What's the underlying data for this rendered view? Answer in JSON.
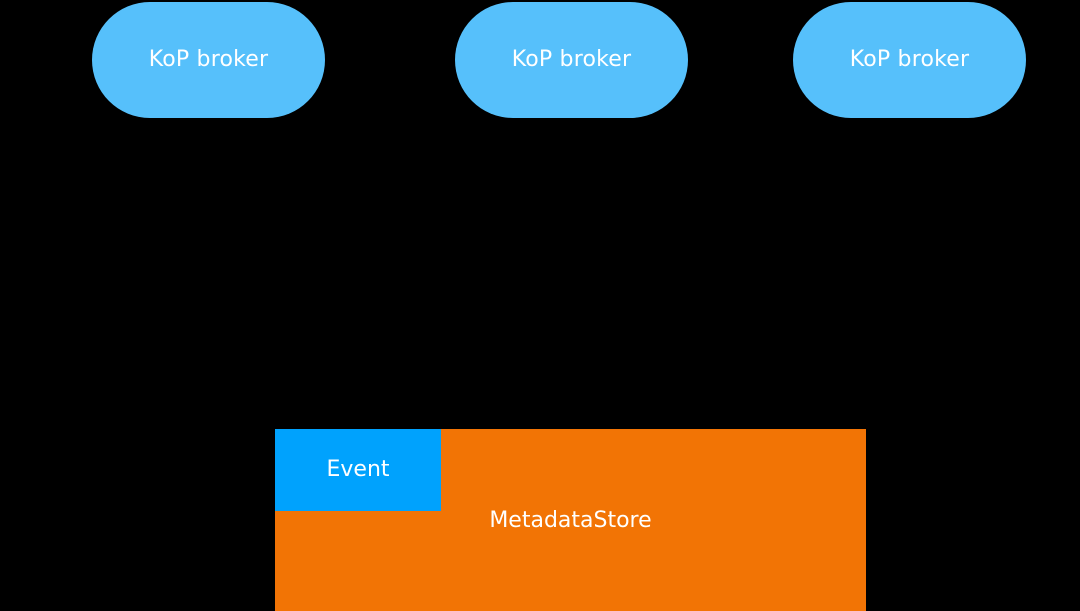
{
  "diagram": {
    "background_color": "#000000",
    "brokers": [
      {
        "label": "KoP broker"
      },
      {
        "label": "KoP broker"
      },
      {
        "label": "KoP broker"
      }
    ],
    "broker_color": "#56c0fb",
    "broker_text_color": "#ffffff",
    "metadata_store": {
      "label": "MetadataStore",
      "color": "#f27405",
      "text_color": "#ffffff",
      "label_offset_top": "81px"
    },
    "event_box": {
      "label": "Event",
      "color": "#00a2fd",
      "text_color": "#ffffff"
    }
  }
}
